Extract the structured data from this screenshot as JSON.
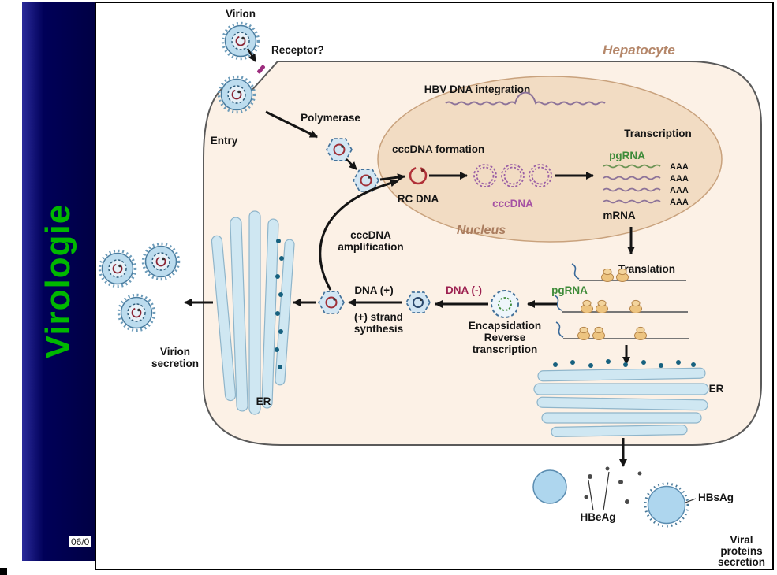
{
  "sidebar": {
    "title": "Virologie"
  },
  "footer": {
    "date": "06/0"
  },
  "figure": {
    "virion": "Virion",
    "receptor": "Receptor?",
    "hepatocyte": "Hepatocyte",
    "entry": "Entry",
    "polymerase": "Polymerase",
    "hbv_dna_integration": "HBV DNA integration",
    "transcription": "Transcription",
    "cccdna_formation": "cccDNA formation",
    "rc_dna": "RC DNA",
    "cccdna": "cccDNA",
    "pgrna_nucleus": "pgRNA",
    "aaa": [
      "AAA",
      "AAA",
      "AAA",
      "AAA"
    ],
    "mrna": "mRNA",
    "nucleus": "Nucleus",
    "cccdna_amplification": [
      "cccDNA",
      "amplification"
    ],
    "translation": "Translation",
    "pgrna_cytoplasm": "pgRNA",
    "dna_minus": "DNA (-)",
    "dna_plus": "DNA (+)",
    "plus_strand_synthesis": [
      "(+) strand",
      "synthesis"
    ],
    "encapsidation": [
      "Encapsidation",
      "Reverse",
      "transcription"
    ],
    "virion_secretion": [
      "Virion",
      "secretion"
    ],
    "er_left": "ER",
    "er_right": "ER",
    "hbeag": "HBeAg",
    "hbsag": "HBsAg",
    "viral_proteins_secretion": [
      "Viral",
      "proteins",
      "secretion"
    ],
    "colors": {
      "sidebar_navy": "#000058",
      "title_green": "#00b800",
      "cell_fill": "#fcf1e6",
      "nucleus_fill": "#f2dcc3",
      "organelle_label_brown": "#b5876a",
      "pgrna_green": "#3e8b39",
      "cccdna_purple": "#a551a3",
      "dna_minus_red": "#9c2050",
      "virus_blue": "#bcdcee",
      "er_blue": "#cfe7f2"
    }
  }
}
